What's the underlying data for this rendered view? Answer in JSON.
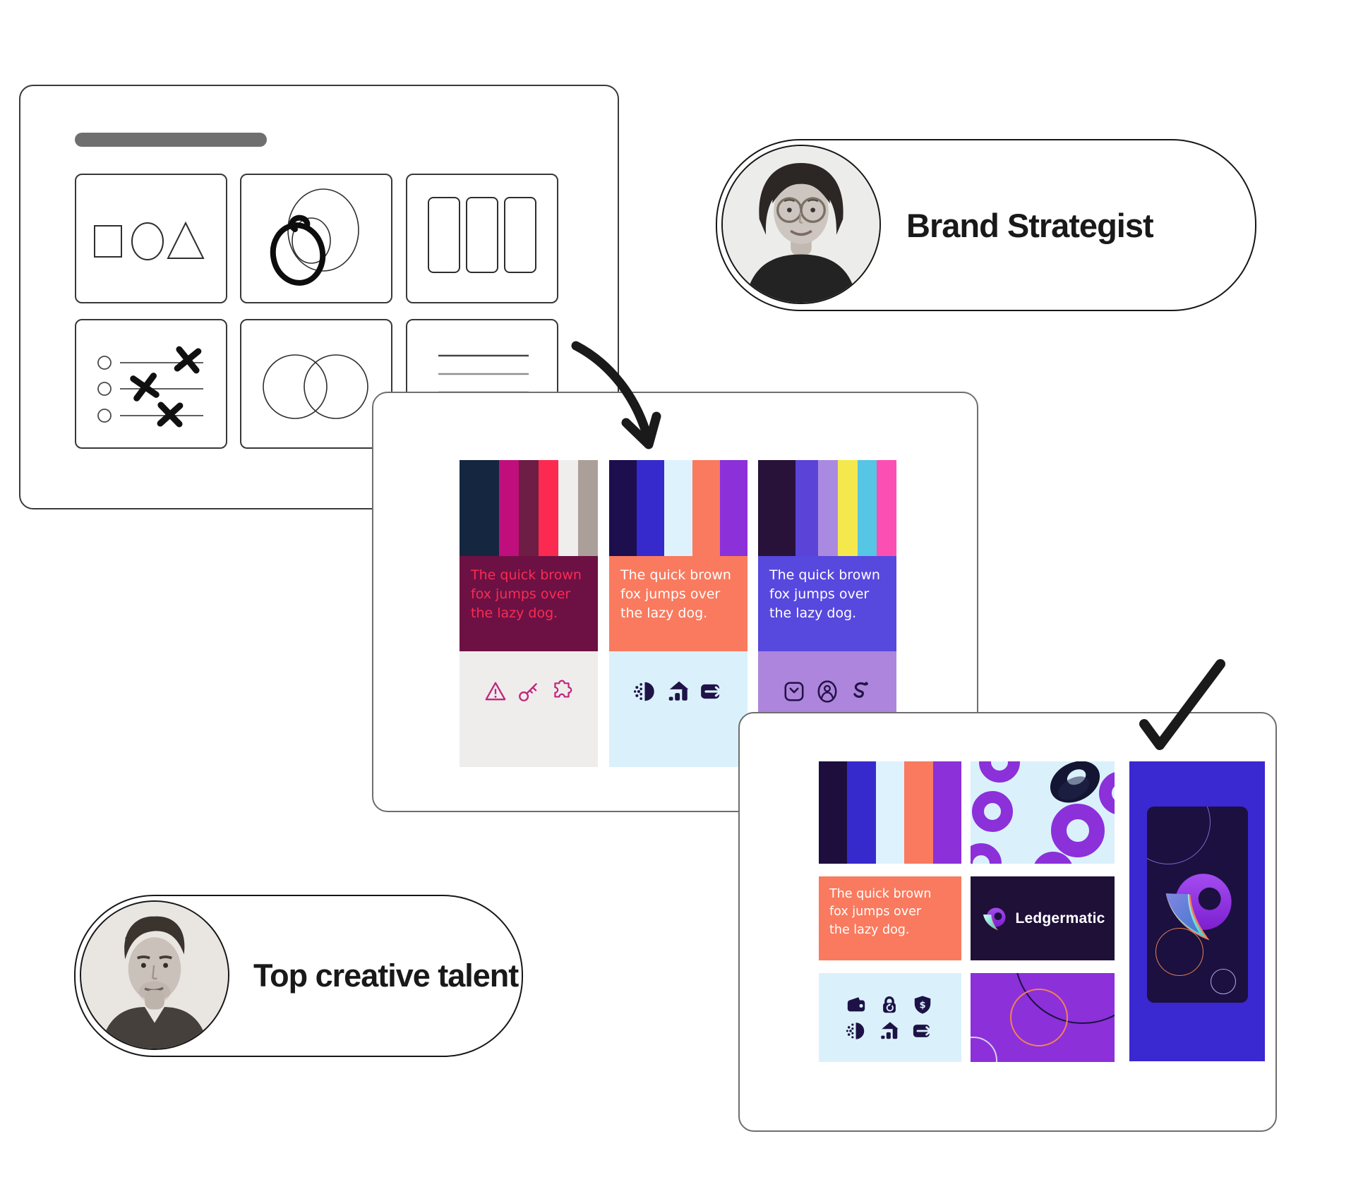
{
  "canvas": {
    "bg": "#ffffff"
  },
  "wireframe_card": {
    "border_color": "#3b3b3b",
    "title_bar_color": "#6f6f6f",
    "tiles": [
      "shapes",
      "scribble-circles",
      "columns",
      "checklist",
      "venn",
      "text-lines"
    ]
  },
  "badges": {
    "brand_strategist": {
      "label": "Brand Strategist"
    },
    "top_creative_talent": {
      "label": "Top creative talent"
    }
  },
  "moodboard_card": {
    "sample_text": "The quick brown\nfox jumps over\nthe lazy dog.",
    "palettes": [
      {
        "name": "crimson",
        "stripes": [
          {
            "color": "#152740",
            "w": 2
          },
          {
            "color": "#c00f7d",
            "w": 1
          },
          {
            "color": "#6e1d45",
            "w": 1
          },
          {
            "color": "#fc2a50",
            "w": 1
          },
          {
            "color": "#f0eeec",
            "w": 1
          },
          {
            "color": "#ab9f9a",
            "w": 1
          }
        ],
        "text_bg": "#6d1144",
        "text_color": "#fb2b52",
        "icons_bg": "#efedeb",
        "icon_color": "#c2257f",
        "icons": [
          "warning-triangle",
          "key",
          "puzzle"
        ]
      },
      {
        "name": "coral",
        "stripes": [
          {
            "color": "#1d0e4e",
            "w": 1
          },
          {
            "color": "#372acd",
            "w": 1
          },
          {
            "color": "#def2fd",
            "w": 1
          },
          {
            "color": "#f97a5e",
            "w": 1
          },
          {
            "color": "#8c30da",
            "w": 1
          }
        ],
        "text_bg": "#f97a5e",
        "text_color": "#ffffff",
        "icons_bg": "#daf1fc",
        "icon_color": "#201347",
        "icons": [
          "speed-dots",
          "growth-arrow",
          "card-arrow"
        ]
      },
      {
        "name": "violet",
        "stripes": [
          {
            "color": "#291239",
            "w": 1.9
          },
          {
            "color": "#5b43d8",
            "w": 1.15
          },
          {
            "color": "#a98ae0",
            "w": 1
          },
          {
            "color": "#f5e84d",
            "w": 1
          },
          {
            "color": "#57c5e4",
            "w": 0.95
          },
          {
            "color": "#fc4fb4",
            "w": 1
          }
        ],
        "text_bg": "#5748de",
        "text_color": "#ffffff",
        "icons_bg": "#ae85dc",
        "icon_color": "#241347",
        "icons": [
          "inbox-check",
          "person-badge",
          "route"
        ]
      }
    ]
  },
  "brand_board_card": {
    "sample_text": "The quick brown\nfox jumps over\nthe lazy dog.",
    "logo": {
      "label": "Ledgermatic",
      "tile_bg": "#1f1038"
    },
    "palette_stripes": [
      {
        "color": "#1d0e3e",
        "w": 1
      },
      {
        "color": "#372acd",
        "w": 1
      },
      {
        "color": "#def2fd",
        "w": 1
      },
      {
        "color": "#f97a5e",
        "w": 1
      },
      {
        "color": "#8c30da",
        "w": 1
      }
    ],
    "pattern_tile": {
      "bg": "#daf1fc",
      "donut_color": "#8c30da",
      "dark_donut_color": "#131532"
    },
    "text_tile": {
      "bg": "#f97a5e",
      "text_color": "#ffffff"
    },
    "icons_tile": {
      "bg": "#daf1fc",
      "icon_color": "#1d1245",
      "icons": [
        "wallet",
        "lock",
        "shield-dollar",
        "speed-dots",
        "growth-arrow",
        "card-arrow"
      ]
    },
    "deco_tile": {
      "bg": "#8c30da"
    },
    "app_tile": {
      "bg": "#3a28d0",
      "phone_bg": "#1b1040"
    }
  },
  "annotations": {
    "arrow": "hand-drawn-arrow",
    "checkmark": "hand-drawn-checkmark",
    "ink_color": "#1a1a1a"
  }
}
